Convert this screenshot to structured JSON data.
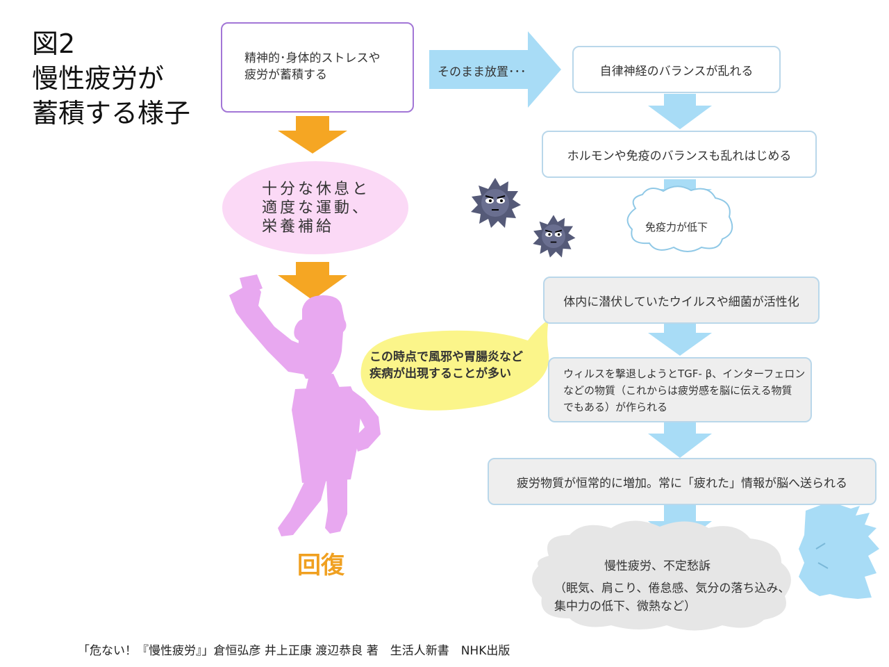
{
  "title": {
    "line1": "図2",
    "line2": "慢性疲労が",
    "line3": "蓄積する様子"
  },
  "left": {
    "stress_line1": "精神的･身体的ストレスや",
    "stress_line2": "疲労が蓄積する",
    "rest_line1": "十分な休息と",
    "rest_line2": "適度な運動、",
    "rest_line3": "栄養補給",
    "recovery": "回復",
    "speech_line1": "この時点で風邪や胃腸炎など",
    "speech_line2": "疾病が出現することが多い"
  },
  "arrow_label": "そのまま放置･･･",
  "steps": {
    "s1": "自律神経のバランスが乱れる",
    "s2": "ホルモンや免疫のバランスも乱れはじめる",
    "immune": "免疫力が低下",
    "s3": "体内に潜伏していたウイルスや細菌が活性化",
    "s4_line1": "ウィルスを撃退しようとTGF- β、インターフェロン",
    "s4_line2": "などの物質（これからは疲労感を脳に伝える物質",
    "s4_line3": "でもある）が作られる",
    "s5": "疲労物質が恒常的に増加。常に「疲れた」情報が脳へ送られる",
    "final_line1": "慢性疲労、不定愁訴",
    "final_line2": "（眠気、肩こり、倦怠感、気分の落ち込み、",
    "final_line3": "集中力の低下、微熱など）"
  },
  "citation": "「危ない！『慢性疲労』」倉恒弘彦 井上正康 渡辺恭良 著　生活人新書　NHK出版",
  "colors": {
    "blue_arrow": "#a8dcf6",
    "orange_arrow": "#f5a623",
    "purple_border": "#a276d6",
    "pink": "#fbd9f6",
    "figure": "#e8a8f0",
    "yellow": "#fbf58a",
    "recovery": "#f0a020"
  }
}
